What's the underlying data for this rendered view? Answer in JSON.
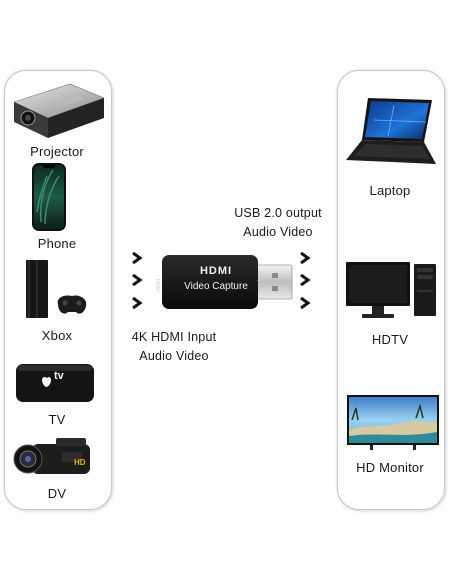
{
  "left_devices": [
    {
      "label": "Projector"
    },
    {
      "label": "Phone"
    },
    {
      "label": "Xbox"
    },
    {
      "label": "TV",
      "logo_text": "tv"
    },
    {
      "label": "DV",
      "logo_text": "HD"
    }
  ],
  "right_devices": [
    {
      "label": "Laptop"
    },
    {
      "label": "HDTV"
    },
    {
      "label": "HD Monitor"
    }
  ],
  "capture_card": {
    "brand": "HDMI",
    "name": "Video Capture",
    "input_side": "HDMI",
    "output_side": "Output"
  },
  "input_text": {
    "line1": "4K HDMI Input",
    "line2": "Audio Video"
  },
  "output_text": {
    "line1": "USB 2.0 output",
    "line2": "Audio Video"
  },
  "colors": {
    "panel_border": "#c9c9c9",
    "device_dark": "#1b1b1b",
    "arrow": "#111111"
  }
}
